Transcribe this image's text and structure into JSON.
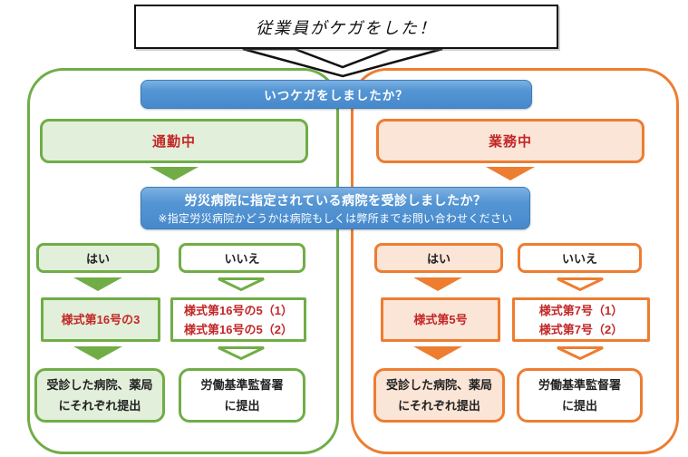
{
  "banner": {
    "text": "従業員がケガをした！"
  },
  "question1": {
    "text": "いつケガをしましたか？"
  },
  "question2": {
    "line1": "労災病院に指定されている病院を受診しましたか？",
    "line2": "※指定労災病院かどうかは病院もしくは弊所までお問い合わせください"
  },
  "left": {
    "title": "通勤中",
    "yes_label": "はい",
    "no_label": "いいえ",
    "yes_form": "様式第16号の3",
    "no_forms": [
      "様式第16号の5（1）",
      "様式第16号の5（2）"
    ],
    "yes_dest": [
      "受診した病院、薬局",
      "にそれぞれ提出"
    ],
    "no_dest": [
      "労働基準監督署",
      "に提出"
    ]
  },
  "right": {
    "title": "業務中",
    "yes_label": "はい",
    "no_label": "いいえ",
    "yes_form": "様式第5号",
    "no_forms": [
      "様式第7号（1）",
      "様式第7号（2）"
    ],
    "yes_dest": [
      "受診した病院、薬局",
      "にそれぞれ提出"
    ],
    "no_dest": [
      "労働基準監督署",
      "に提出"
    ]
  },
  "icons": {
    "big_arrow": "down-arrow",
    "branch_arrow": "down-triangle"
  },
  "colors": {
    "green_border": "#70ad47",
    "green_fill": "#e2efda",
    "orange_border": "#ed7d31",
    "orange_fill": "#fbe5d6",
    "blue_top": "#7db1e2",
    "blue_bottom": "#4689cc",
    "red_text": "#c22727",
    "banner_border": "#111111"
  }
}
